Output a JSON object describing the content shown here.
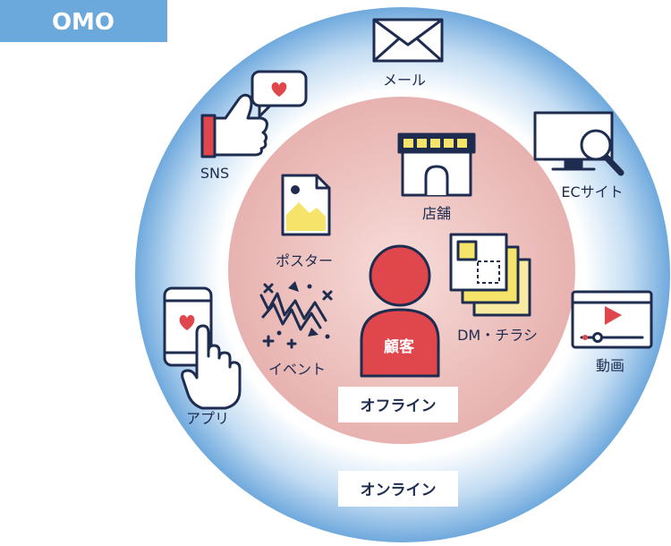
{
  "title": "OMO",
  "customer": "顧客",
  "offline": {
    "label": "オフライン",
    "items": {
      "store": "店舗",
      "poster": "ポスター",
      "event": "イベント",
      "dm": "DM・チラシ"
    }
  },
  "online": {
    "label": "オンライン",
    "items": {
      "mail": "メール",
      "sns": "SNS",
      "ec": "ECサイト",
      "video": "動画",
      "app": "アプリ"
    }
  },
  "colors": {
    "title_bg": "#6ba8dc",
    "outer_edge": "#6fa9dd",
    "inner_fill": "#efc4c1",
    "icon_stroke": "#1d2c4f",
    "accent_red": "#e0474c",
    "accent_yellow": "#f5e36a"
  }
}
